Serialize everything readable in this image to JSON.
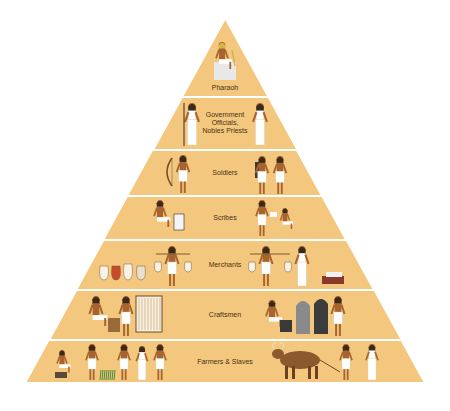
{
  "diagram": {
    "nodes": [
      {
        "text": [
          "Pharaoh"
        ]
      },
      {
        "text": [
          "Government Officials, Nobles Priests"
        ]
      },
      {
        "text": [
          "Soldiers"
        ]
      },
      {
        "text": [
          "Scribes"
        ]
      },
      {
        "text": [
          "Merchants"
        ]
      },
      {
        "text": [
          "Craftsmen"
        ]
      },
      {
        "text": [
          "Farmers & Slaves"
        ]
      }
    ]
  }
}
